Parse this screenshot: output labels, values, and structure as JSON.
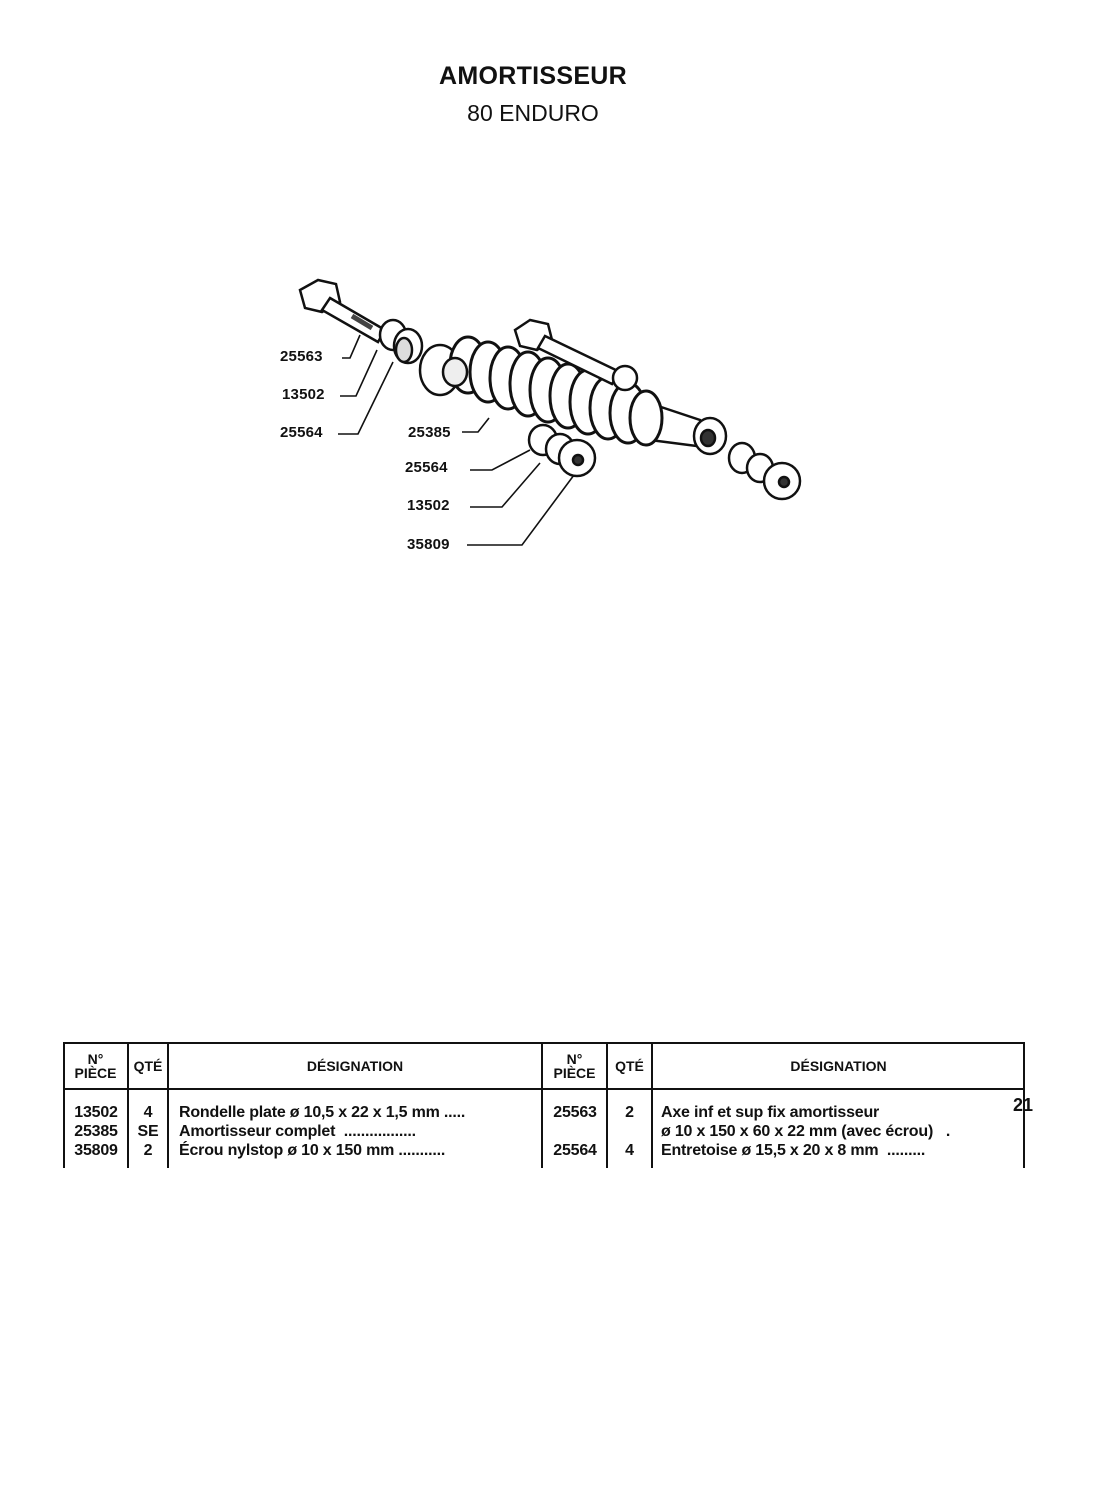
{
  "header": {
    "title": "AMORTISSEUR",
    "subtitle": "80 ENDURO"
  },
  "diagram": {
    "callouts": [
      "25563",
      "13502",
      "25564",
      "25385",
      "25564",
      "13502",
      "35809"
    ]
  },
  "table": {
    "headers": {
      "part_no_line1": "N°",
      "part_no_line2": "PIÈCE",
      "qty": "QTÉ",
      "designation": "DÉSIGNATION"
    },
    "left_rows": [
      {
        "part_no": "13502",
        "qty": "4",
        "designation": "Rondelle plate ø 10,5 x 22 x 1,5 mm ....."
      },
      {
        "part_no": "25385",
        "qty": "SE",
        "designation": "Amortisseur complet  ................."
      },
      {
        "part_no": "35809",
        "qty": "2",
        "designation": "Écrou nylstop ø 10 x 150 mm ..........."
      }
    ],
    "right_rows": [
      {
        "part_no": "25563",
        "qty": "2",
        "designation": "Axe inf et sup fix amortisseur",
        "designation_cont": "ø 10 x 150 x 60 x 22 mm (avec écrou)   ."
      },
      {
        "part_no": "25564",
        "qty": "4",
        "designation": "Entretoise ø 15,5 x 20 x 8 mm  ........."
      }
    ]
  },
  "footer": {
    "page_number": "21"
  }
}
